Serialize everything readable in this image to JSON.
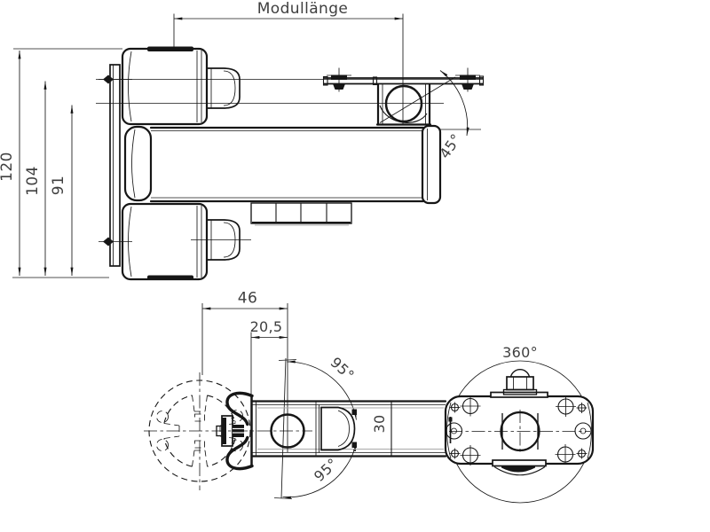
{
  "drawing": {
    "colors": {
      "bg": "#ffffff",
      "line": "#161616",
      "dim": "#3f3f3f",
      "shadow": "#a8a8a8"
    },
    "side_view": {
      "module_length_label": "Modullänge",
      "overall_height": "120",
      "mount_axis_height": "104",
      "clamp_axis_height": "91",
      "tilt_angle": "45°"
    },
    "top_view": {
      "pivot_offset": "46",
      "hole_offset": "20,5",
      "arm_width": "30",
      "swivel_angle_upper": "95°",
      "swivel_angle_lower": "95°",
      "rotation_angle": "360°"
    }
  }
}
